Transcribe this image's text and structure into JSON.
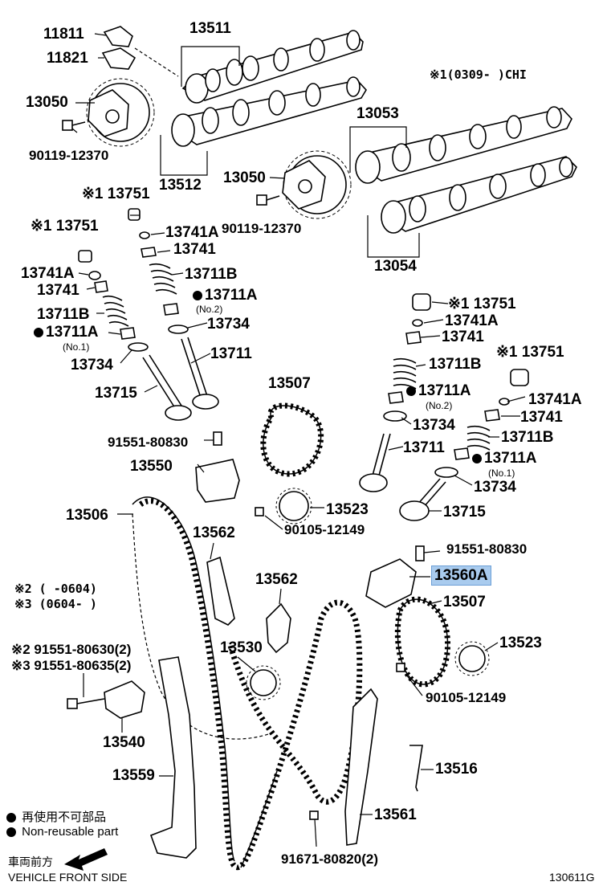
{
  "labels": {
    "p11811": "11811",
    "p11821": "11821",
    "p13511": "13511",
    "note_ch1": "※1(0309-     )CHI",
    "p13050_a": "13050",
    "p90119_a": "90119-12370",
    "p13053": "13053",
    "p13512": "13512",
    "p13050_b": "13050",
    "p90119_b": "90119-12370",
    "p13751_a": "※1 13751",
    "p13741A_a": "13741A",
    "p13741_a": "13741",
    "p13751_b": "※1 13751",
    "p13054": "13054",
    "p13711B_a": "13711B",
    "p13741A_b": "13741A",
    "p13741_b": "13741",
    "p13711A_a": "13711A",
    "p13711A_a_sub": "(No.2)",
    "p13711B_b": "13711B",
    "p13734_a": "13734",
    "p13711A_b": "13711A",
    "p13711A_b_sub": "(No.1)",
    "p13711_a": "13711",
    "p13734_b": "13734",
    "p13751_c": "※1 13751",
    "p13741A_c": "13741A",
    "p13741_c": "13741",
    "p13711B_c": "13711B",
    "p13751_d": "※1 13751",
    "p13715_a": "13715",
    "p13507_a": "13507",
    "p13711A_c": "13711A",
    "p13711A_c_sub": "(No.2)",
    "p13741A_d": "13741A",
    "p13741_d": "13741",
    "p13734_c": "13734",
    "p13711_b": "13711",
    "p13711B_d": "13711B",
    "p91551_a": "91551-80830",
    "p13711A_d": "13711A",
    "p13711A_d_sub": "(No.1)",
    "p13550": "13550",
    "p13734_d": "13734",
    "p13506": "13506",
    "p13523_a": "13523",
    "p13715_b": "13715",
    "p90105_a": "90105-12149",
    "p13562_a": "13562",
    "p91551_b": "91551-80830",
    "p13560A": "13560A",
    "note2": "※2 (       -0604)",
    "note3": "※3 (0604-       )",
    "p13562_b": "13562",
    "p13507_b": "13507",
    "p13523_b": "13523",
    "p91551_c": "※2 91551-80630(2)",
    "p91551_d": "※3 91551-80635(2)",
    "p13530": "13530",
    "p90105_b": "90105-12149",
    "p13540": "13540",
    "p13516": "13516",
    "p13559": "13559",
    "p13561": "13561",
    "p91671": "91671-80820(2)"
  },
  "legend": {
    "jp": "再使用不可部品",
    "en": "Non-reusable part"
  },
  "footer": {
    "front_jp": "車両前方",
    "front_en": "VEHICLE FRONT SIDE",
    "code": "130611G"
  }
}
